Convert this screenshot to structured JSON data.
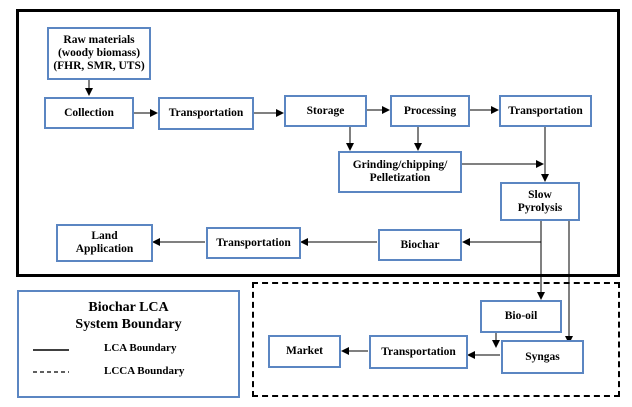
{
  "nodes": {
    "raw_materials": "Raw materials\n(woody biomass)\n(FHR, SMR, UTS)",
    "collection": "Collection",
    "transportation_1": "Transportation",
    "storage": "Storage",
    "processing": "Processing",
    "transportation_2": "Transportation",
    "grinding": "Grinding/chipping/\nPelletization",
    "slow_pyrolysis": "Slow\nPyrolysis",
    "biochar": "Biochar",
    "transportation_3": "Transportation",
    "land_application": "Land\nApplication",
    "bio_oil": "Bio-oil",
    "syngas": "Syngas",
    "transportation_4": "Transportation",
    "market": "Market"
  },
  "legend": {
    "title": "Biochar LCA\nSystem Boundary",
    "lca_boundary": "LCA Boundary",
    "lcca_boundary": "LCCA Boundary"
  },
  "colors": {
    "box_border": "#5b86c2",
    "boundary": "#000000",
    "arrow": "#000000"
  }
}
